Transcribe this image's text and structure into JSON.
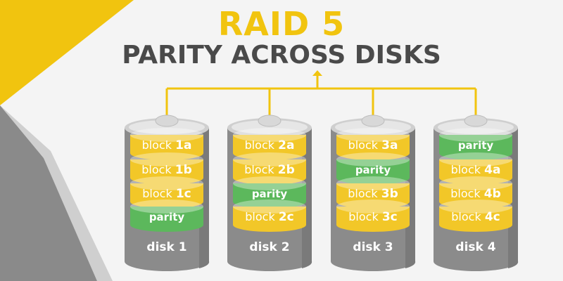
{
  "title": "RAID 5",
  "subtitle": "PARITY ACROSS DISKS",
  "colors": {
    "accent": "#f1c40f",
    "block_fill": "#f2c728",
    "block_text": "#ffffff",
    "parity_fill": "#5cb85c",
    "disk_body": "#8b8b8b",
    "disk_top": "#cfcfcf",
    "title_main": "#f1c40f",
    "title_sub": "#4a4a4a",
    "background": "#f4f4f4"
  },
  "disks": [
    {
      "label": "disk 1",
      "blocks": [
        {
          "type": "data",
          "prefix": "block",
          "id": "1a"
        },
        {
          "type": "data",
          "prefix": "block",
          "id": "1b"
        },
        {
          "type": "data",
          "prefix": "block",
          "id": "1c"
        },
        {
          "type": "parity",
          "label": "parity"
        }
      ]
    },
    {
      "label": "disk 2",
      "blocks": [
        {
          "type": "data",
          "prefix": "block",
          "id": "2a"
        },
        {
          "type": "data",
          "prefix": "block",
          "id": "2b"
        },
        {
          "type": "parity",
          "label": "parity"
        },
        {
          "type": "data",
          "prefix": "block",
          "id": "2c"
        }
      ]
    },
    {
      "label": "disk 3",
      "blocks": [
        {
          "type": "data",
          "prefix": "block",
          "id": "3a"
        },
        {
          "type": "parity",
          "label": "parity"
        },
        {
          "type": "data",
          "prefix": "block",
          "id": "3b"
        },
        {
          "type": "data",
          "prefix": "block",
          "id": "3c"
        }
      ]
    },
    {
      "label": "disk 4",
      "blocks": [
        {
          "type": "parity",
          "label": "parity"
        },
        {
          "type": "data",
          "prefix": "block",
          "id": "4a"
        },
        {
          "type": "data",
          "prefix": "block",
          "id": "4b"
        },
        {
          "type": "data",
          "prefix": "block",
          "id": "4c"
        }
      ]
    }
  ]
}
